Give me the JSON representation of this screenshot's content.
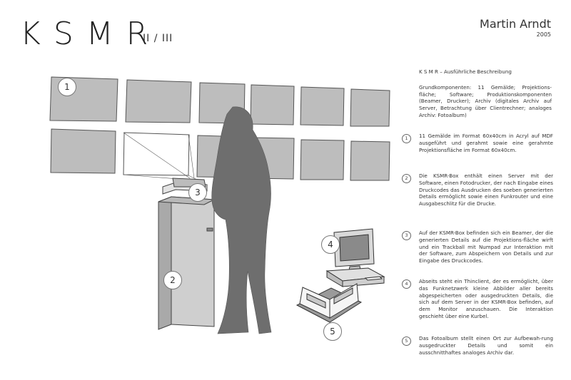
{
  "header": {
    "title": "KSMR",
    "subtitle": "II / III",
    "author": "Martin Arndt",
    "year": "2005"
  },
  "description": {
    "heading": "K S M R – Ausführliche Beschreibung",
    "intro": "Grundkomponenten: 11 Gemälde; Projektions-fläche; Software; Produktionskomponenten (Beamer, Drucker); Archiv (digitales Archiv auf Server, Betrachtung über Clientrechner; analoges Archiv: Fotoalbum)",
    "items": [
      {
        "number": "1",
        "text": "11 Gemälde im Format 60x40cm in Acryl auf MDF ausgeführt und gerahmt sowie eine gerahmte Projektionsfläche im Format 60x40cm."
      },
      {
        "number": "2",
        "text": "Die KSMR-Box enthält einen Server mit der Software, einen Fotodrucker, der nach Eingabe eines Druckcodes das Ausdrucken des soeben generierten Details ermöglicht sowie einen Funkrouter und eine Ausgabeschlitz für die Drucke."
      },
      {
        "number": "3",
        "text": "Auf der KSMR-Box befinden sich ein Beamer, der die generierten Details auf die Projektions-fläche wirft und ein Trackball mit Numpad zur Interaktion mit der Software, zum Abspeichern von Details und zur Eingabe des Druckcodes."
      },
      {
        "number": "4",
        "text": "Abseits steht ein Thinclient, der es ermöglicht, über das Funknetzwerk kleine Abbilder aller bereits abgespeicherten oder ausgedruckten Details, die sich auf dem Server in der KSMR-Box befinden, auf dem Monitor anzuschauen. Die Interaktion geschieht über eine Kurbel."
      },
      {
        "number": "5",
        "text": "Das Fotoalbum stellt einen Ort zur Aufbewah-rung ausgedruckter Details und somit ein ausschnitthaftes analoges Archiv dar."
      }
    ]
  },
  "markers": [
    "1",
    "2",
    "3",
    "4",
    "5"
  ],
  "colors": {
    "panel": "#bdbdbd",
    "panel_stroke": "#555555",
    "silhouette": "#6e6e6e",
    "box": "#cfcfcf",
    "text": "#333333"
  }
}
